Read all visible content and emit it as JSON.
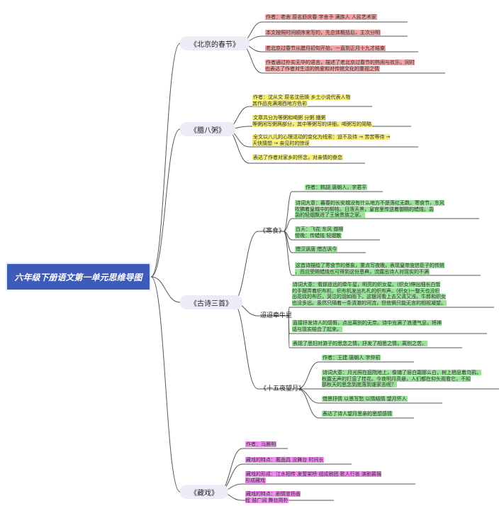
{
  "root": {
    "label": "六年级下册语文第一单元思维导图"
  },
  "colors": {
    "red": "#f2a3a3",
    "yellow": "#f6f07a",
    "green": "#9be39b",
    "magenta": "#f08cf0",
    "root_bg": "#3f5bb8",
    "line": "#555555"
  },
  "topics": [
    {
      "label": "《北京的春节》",
      "leaves": [
        "作者：老舍 原名舒庆春 字舍予 满族人 人民艺术家",
        "本文按照时间顺序来写的，先总体概括后，主次分明",
        "老北京过春节从腊月初旬开始，一直到正月十九才结束",
        "作者通过朴实无华的语言，描述了老北京过春节的热闹与欢乐，同时\n也表达了作者对生活的热爱和对传统文化的重视之情"
      ]
    },
    {
      "label": "《腊八粥》",
      "leaves": [
        "作者：沈从文 原名沈岳焕 乡土小说代表人物\n其作品充满湘西地方色彩",
        "文章共分为等粥和喝粥 分粥 播粥\n等粥闲写粥两部分，其中等粥写的详细，喝粥写的简略",
        "全文以八儿的心理活动的变化为线索：迫不及待 → 苦苦等待 →\n天快猜想 → 亲见时的惊讶",
        "表达了作者对家乡的怀念，对亲情的眷恋"
      ]
    },
    {
      "label": "《古诗三首》",
      "subs": [
        {
          "label": "《寒食》",
          "leaves": [
            "作者：韩翃 唐朝人，字君平",
            "诗词大意：暮春的长安城没有什么地方不是落红无数。寒食节，东风\n吹拂着皇城中的柳枝。日落天黑，皇宫里传送着御赐的蜡烛，袅\n袅的轻烟飘进了王侯贵族之家。",
            "白天：飞花 东风 御柳\n傍晚：传蜡烛 轻烟散",
            "借汉讽唐 借古讽今",
            "这首诗描绘了寒食节的景象，重点写夜晚，表现皇帝宠信臣子的传统\n，而且受赐蜡烛也可得到这份恩典，流露出诗人对现实的不满"
          ]
        },
        {
          "label": "迢迢牵牛星",
          "leaves": [
            "诗词大意：看那遥远的牵牛星，明亮的织女星。(织女)伸出细长白皙\n的手摆弄着织布机，织布机发出札札的织布声。(织女)一整天也没织\n出花纹的布匹，哭泣的泪如雨下。这银河看上去又清又浅，牛郎和织女\n也没多远。虽然只隔着一条清澈的河流，但他俩只能无言的相视凝望。",
            "直接抒发诗人的感慨，点出离别的无奈。诗中充满了浪漫气息，将神\n话与现实结合了起来。",
            "表现了思妇对游子的思念之情，抒发了相思之情，离别之苦。"
          ]
        },
        {
          "label": "《十五夜望月》",
          "leaves": [
            "作者：王建 唐朝人 字仲初",
            "诗词大意：月光照在庭院地上，像铺了层白霜那么白，树上栖息着乌鸦，\n秋露无声的打湿了桂花。今夜明月高悬，人们都在仰头观看它，不知\n那秋天的思念到底落到谁家去呢？",
            "借景抒情 以景写愁 以情结情 望月怀人",
            "表达了诗人望月思亲的思想感情"
          ]
        }
      ]
    },
    {
      "label": "《藏戏》",
      "leaves": [
        "作者：马晨明",
        "藏戏的特点：戴面具 没舞台 时间长",
        "藏戏的形成：江水相传 发誓架桥 组成剧团 歌人行善 演剧募捐\n形成藏戏",
        "藏戏的特点：剧情宣扬善\n程 鼓广阔 舞台简朴"
      ]
    }
  ]
}
